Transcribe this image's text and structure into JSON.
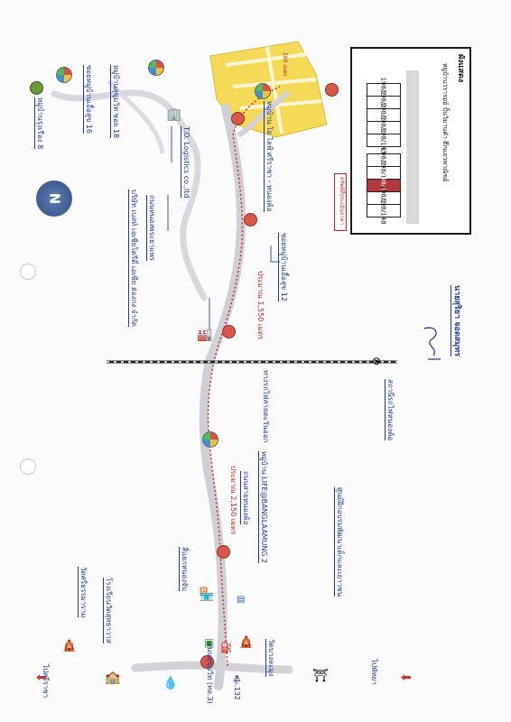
{
  "inset": {
    "title": "ผังแสดง",
    "subtitle": "หมู่บ้านวรารมย์ ปั้นวิมานคำ ตึกแถวพาณิชย์",
    "units_top": [
      "198/139",
      "198/140",
      "198/141",
      "198/142",
      "198/143"
    ],
    "units_bottom": [
      "198/144",
      "198/145",
      "198/146",
      "198/147",
      "198/148"
    ],
    "highlighted_unit": "198/146",
    "callout": "ทรัพย์ที่ประเมินราคา"
  },
  "road_labels": {
    "moo8": "หมู่บ้านรุ่งเรือง 8",
    "soi16": "ซอยหมู่บ้านเอื้อสุข 16",
    "soi18": "หมู่บ้านสุขุมวิท ซอย 18",
    "logistics": "T.O. Logistics co.,ltd",
    "company": "บริษัท เบสท์ เอเชียโตรีตี่ เอเซีย ฮ่องกง จำกัด",
    "school_road": "ถนนหนองพระยาแพร",
    "village_main": "หมู่บ้าน โอ ไลฟ์ ศรีราชา - หนองค้อ",
    "soi12": "ซอยหมู่บ้านเอื้อสุข 12",
    "railway": "ทางรถไฟสายตะวันออก",
    "station": "สถานีรถไฟหนองค้อ",
    "life_village": "หมู่บ้าน LIFE@BANGLAAMUNG 2",
    "soi_nongkho": "ถนนสายหนองค้อ",
    "intersection": "สี่แยกหนองจับ",
    "market_road": "ถนนสุขุมวิท (ทล.3)",
    "km132": "กม.132",
    "wat_bottom": "วัดบางละมุง",
    "wat_top": "วัดศรีธรรมาราม",
    "school": "โรงเรียนวัดสุทธาวาส",
    "to_sriracha": "ไปศรีราชา",
    "to_pattaya": "ไปพัทยา",
    "center": "ศูนย์ฝึกอบรมพัฒนาเด็กและเยาวชน",
    "dist_1": "ประมาณ 1,550 เมตร",
    "dist_2": "ประมาณ 2,150 เมตร",
    "dist_3": "280 เมตร",
    "compass": "N"
  },
  "signature": {
    "name": "นายสุริยา จอดสมุทร"
  }
}
